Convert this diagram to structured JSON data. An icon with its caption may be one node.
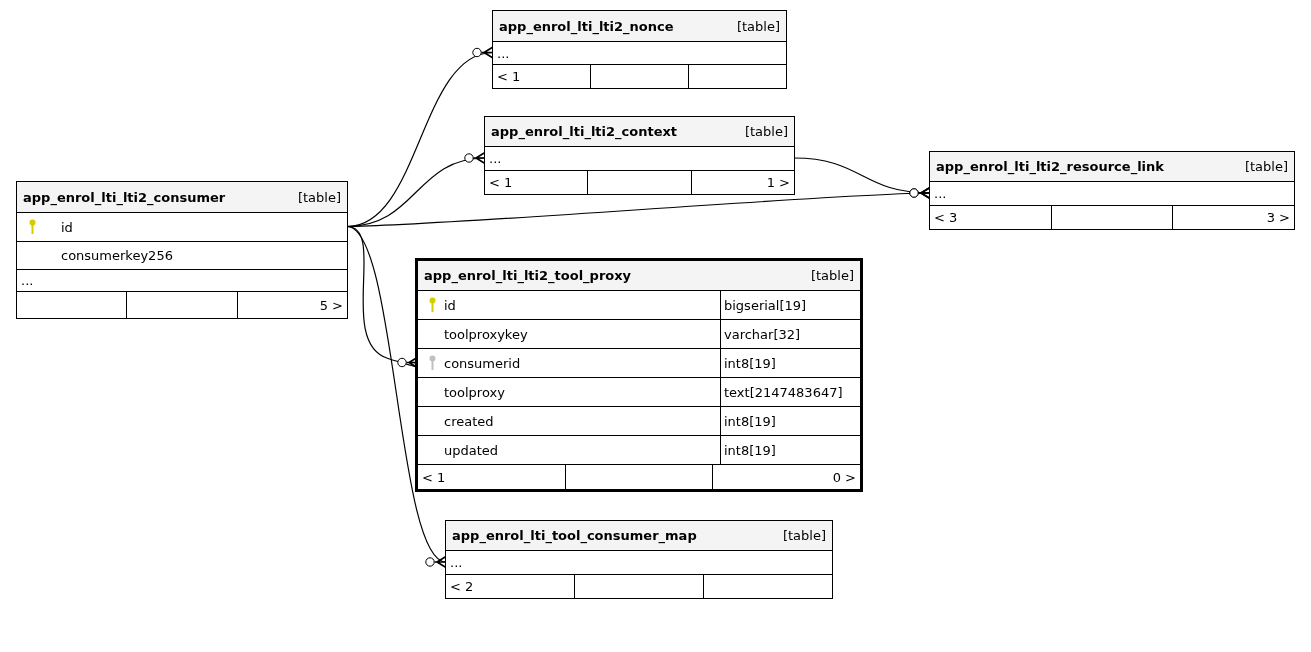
{
  "diagram": {
    "nodes": [
      {
        "text": [
          "app_enrol_lti_lti2_consumer",
          "[table]"
        ]
      },
      {
        "text": [
          "id"
        ],
        "in": 0
      },
      {
        "text": [
          "consumerkey256"
        ],
        "in": 0
      },
      {
        "text": [
          "..."
        ],
        "in": 0
      },
      {
        "text": [
          "5 >"
        ],
        "in": 0
      },
      {
        "text": [
          "app_enrol_lti_lti2_nonce",
          "[table]"
        ]
      },
      {
        "text": [
          "..."
        ],
        "in": 5
      },
      {
        "text": [
          "< 1"
        ],
        "in": 5
      },
      {
        "text": [
          "app_enrol_lti_lti2_context",
          "[table]"
        ]
      },
      {
        "text": [
          "..."
        ],
        "in": 8
      },
      {
        "text": [
          "< 1",
          "1 >"
        ],
        "in": 8
      },
      {
        "text": [
          "app_enrol_lti_lti2_resource_link",
          "[table]"
        ]
      },
      {
        "text": [
          "..."
        ],
        "in": 11
      },
      {
        "text": [
          "< 3",
          "3 >"
        ],
        "in": 11
      },
      {
        "text": [
          "app_enrol_lti_lti2_tool_proxy",
          "[table]"
        ]
      },
      {
        "text": [
          "id",
          "bigserial[19]"
        ],
        "in": 14
      },
      {
        "text": [
          "toolproxykey",
          "varchar[32]"
        ],
        "in": 14
      },
      {
        "text": [
          "consumerid",
          "int8[19]"
        ],
        "in": 14
      },
      {
        "text": [
          "toolproxy",
          "text[2147483647]"
        ],
        "in": 14
      },
      {
        "text": [
          "created",
          "int8[19]"
        ],
        "in": 14
      },
      {
        "text": [
          "updated",
          "int8[19]"
        ],
        "in": 14
      },
      {
        "text": [
          "< 1",
          "0 >"
        ],
        "in": 14
      },
      {
        "text": [
          "app_enrol_lti_tool_consumer_map",
          "[table]"
        ]
      },
      {
        "text": [
          "..."
        ],
        "in": 22
      },
      {
        "text": [
          "< 2"
        ],
        "in": 22
      }
    ],
    "edges": [
      {
        "from": 1,
        "to": 6,
        "arrow": "other"
      },
      {
        "from": 1,
        "to": 9,
        "arrow": "other"
      },
      {
        "from": 1,
        "to": 12,
        "arrow": "other"
      },
      {
        "from": 9,
        "to": 12,
        "arrow": "other"
      },
      {
        "from": 1,
        "to": 17,
        "arrow": "other"
      },
      {
        "from": 1,
        "to": 23,
        "arrow": "other"
      }
    ]
  }
}
